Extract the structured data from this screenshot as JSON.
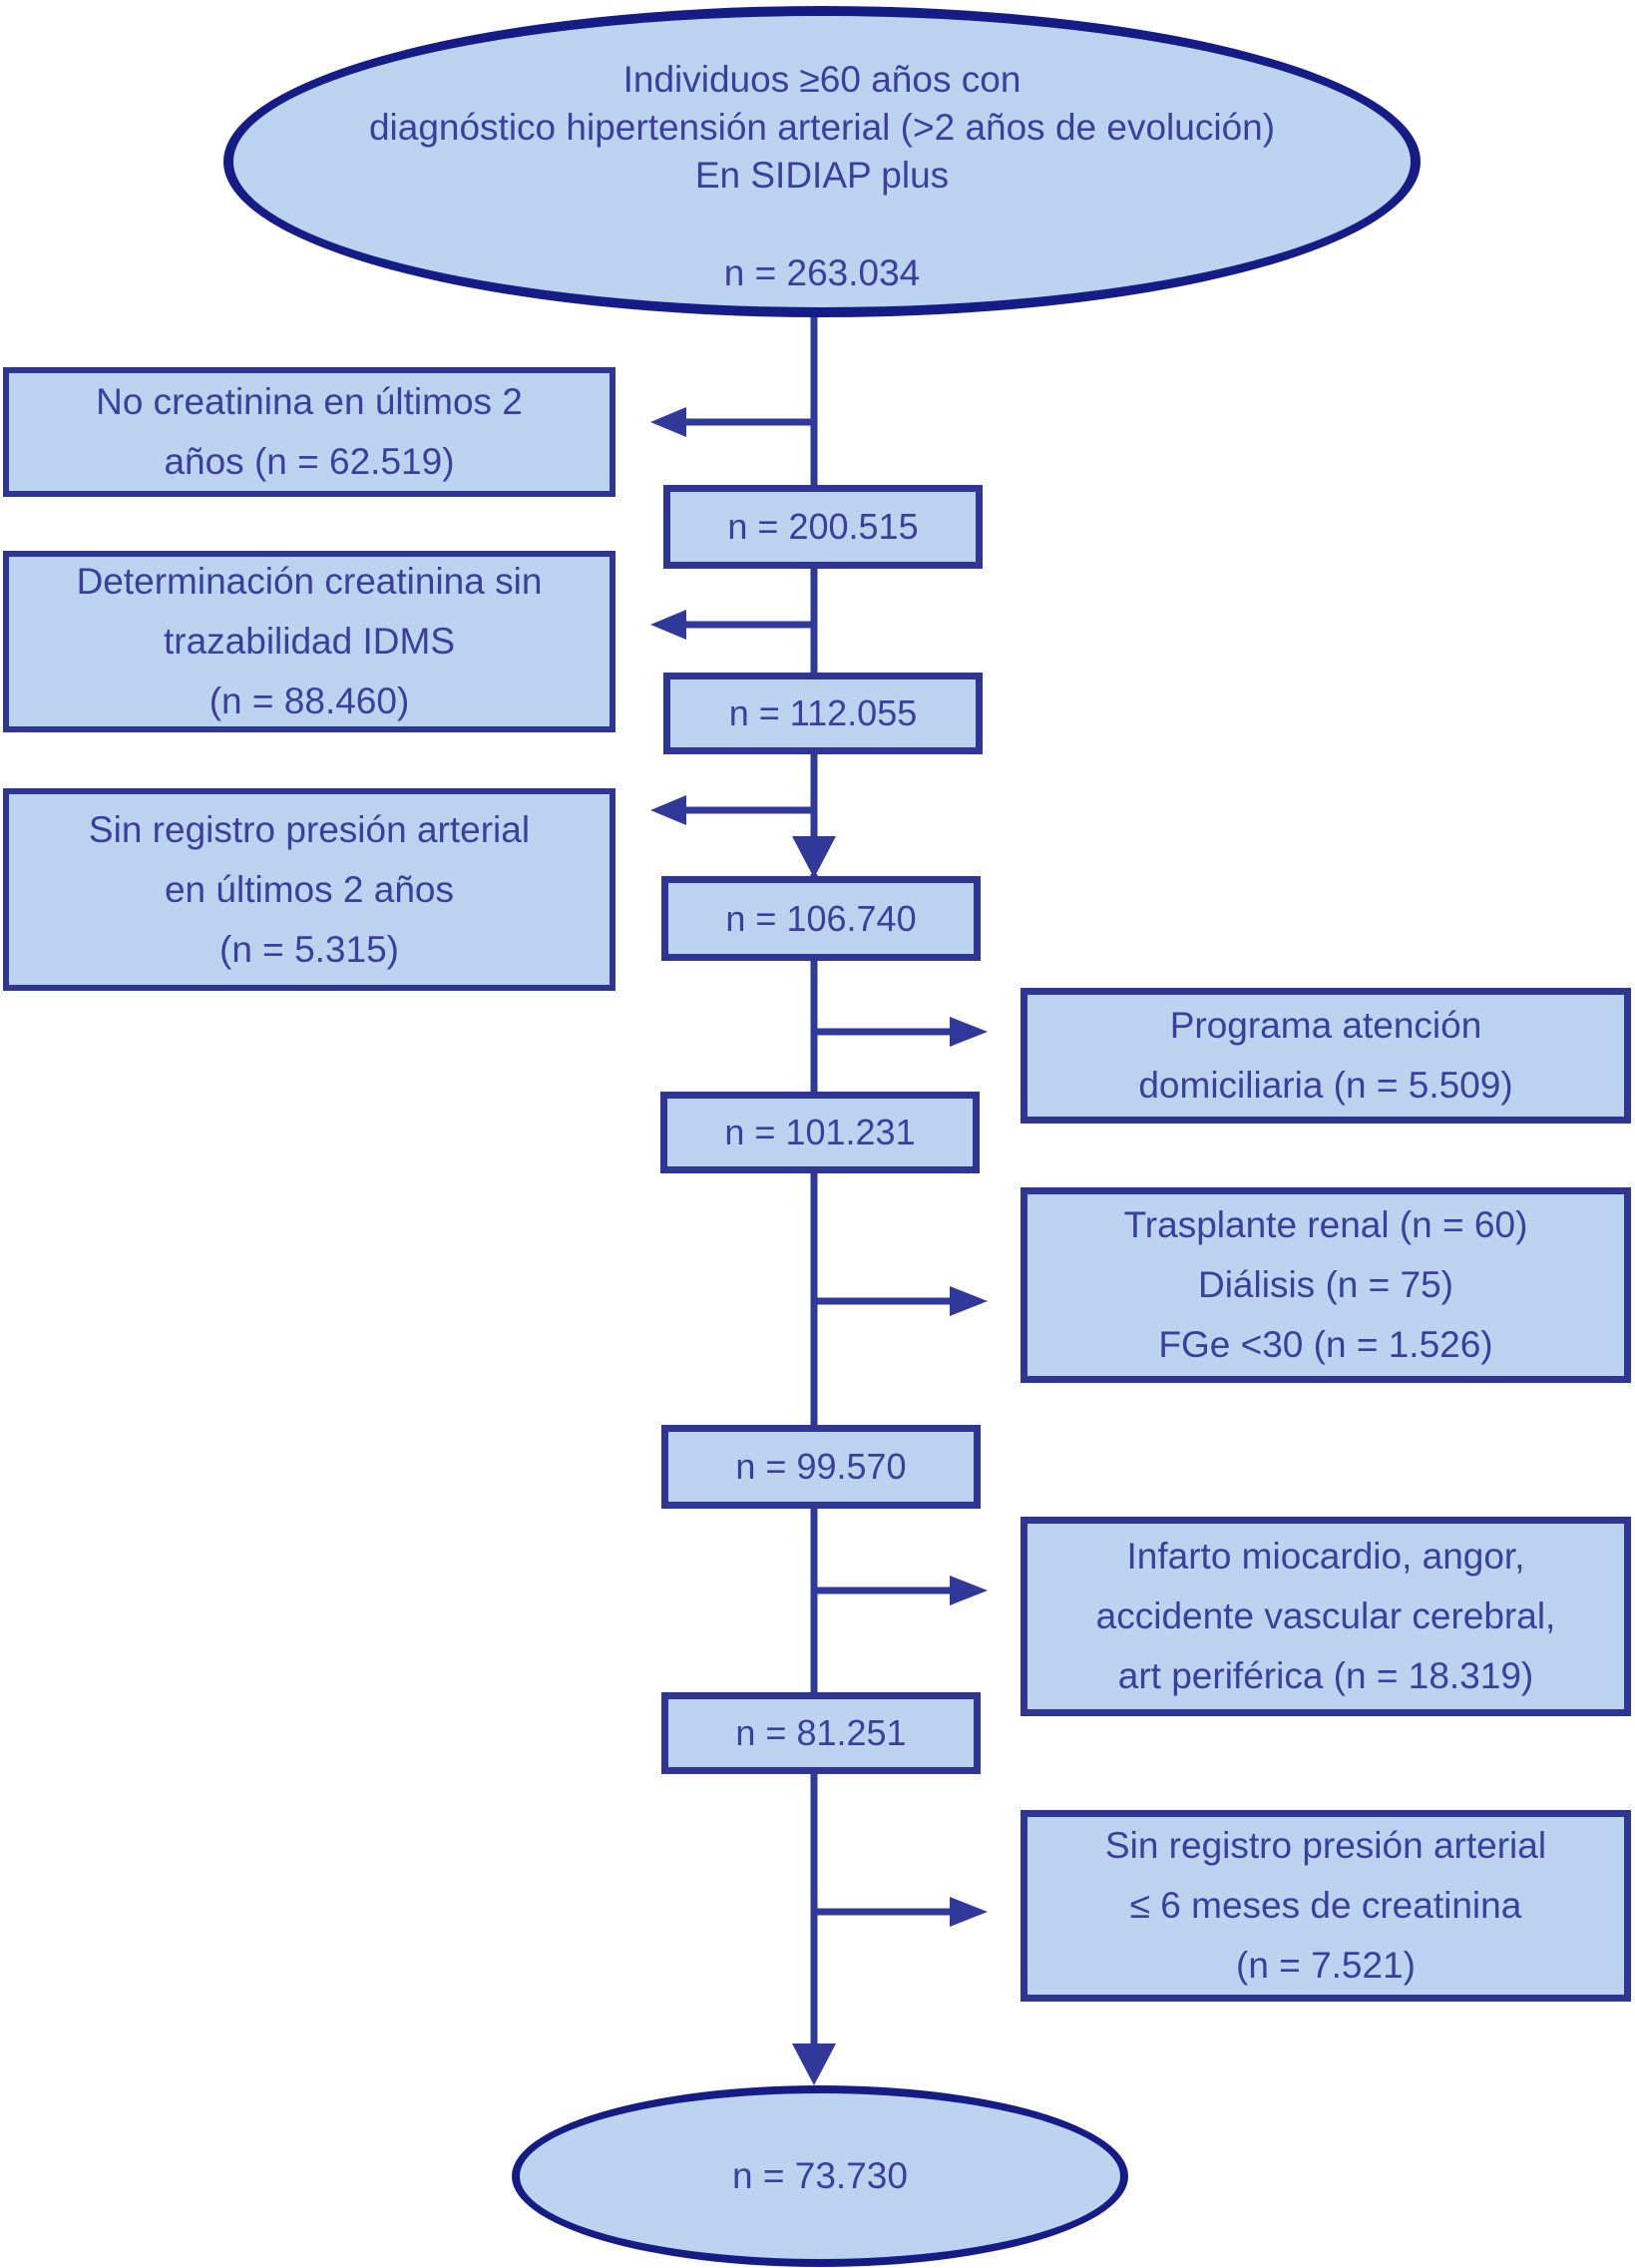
{
  "colors": {
    "node_fill": "#bcd3f0",
    "box_border": "#2f3592",
    "ellipse_border": "#161c86",
    "text": "#393f9c",
    "arrow": "#30389a",
    "background": "#ffffff"
  },
  "flow": {
    "start": {
      "lines": [
        "Individuos ≥60 años con",
        "diagnóstico hipertensión arterial (>2 años de evolución)",
        "En SIDIAP plus"
      ],
      "n": "n = 263.034"
    },
    "stages": [
      "n = 200.515",
      "n = 112.055",
      "n = 106.740",
      "n = 101.231",
      "n = 99.570",
      "n = 81.251"
    ],
    "exclusions_left": [
      {
        "lines": [
          "No creatinina en últimos 2",
          "años (n = 62.519)"
        ]
      },
      {
        "lines": [
          "Determinación creatinina sin",
          "trazabilidad IDMS",
          "(n = 88.460)"
        ]
      },
      {
        "lines": [
          "Sin registro presión arterial",
          "en últimos 2 años",
          "(n = 5.315)"
        ]
      }
    ],
    "exclusions_right": [
      {
        "lines": [
          "Programa atención",
          "domiciliaria (n = 5.509)"
        ]
      },
      {
        "lines": [
          "Trasplante renal (n = 60)",
          "Diálisis (n = 75)",
          "FGe <30 (n = 1.526)"
        ]
      },
      {
        "lines": [
          "Infarto miocardio, angor,",
          "accidente vascular cerebral,",
          "art periférica (n = 18.319)"
        ]
      },
      {
        "lines": [
          "Sin registro presión arterial",
          "≤ 6 meses de creatinina",
          "(n = 7.521)"
        ]
      }
    ],
    "end": {
      "n": "n = 73.730"
    }
  }
}
